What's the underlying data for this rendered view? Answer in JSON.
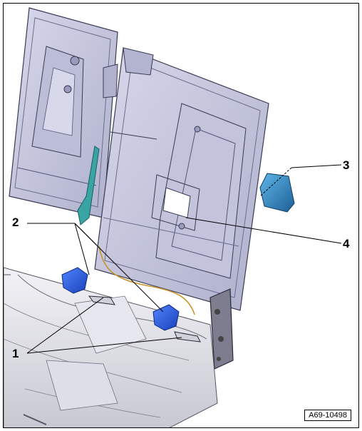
{
  "figure": {
    "callouts": {
      "c1": "1",
      "c2": "2",
      "c3": "3",
      "c4": "4"
    },
    "reference": "A69-10498",
    "colors": {
      "frame_fill": "#c9c9e0",
      "frame_outline": "#3a3a55",
      "frame_shadow": "#9a9abc",
      "clip_blue": "#1f4fd8",
      "pad_teal": "#2a7fb0",
      "bracket_teal": "#3aa3a3",
      "leader": "#000000"
    }
  }
}
